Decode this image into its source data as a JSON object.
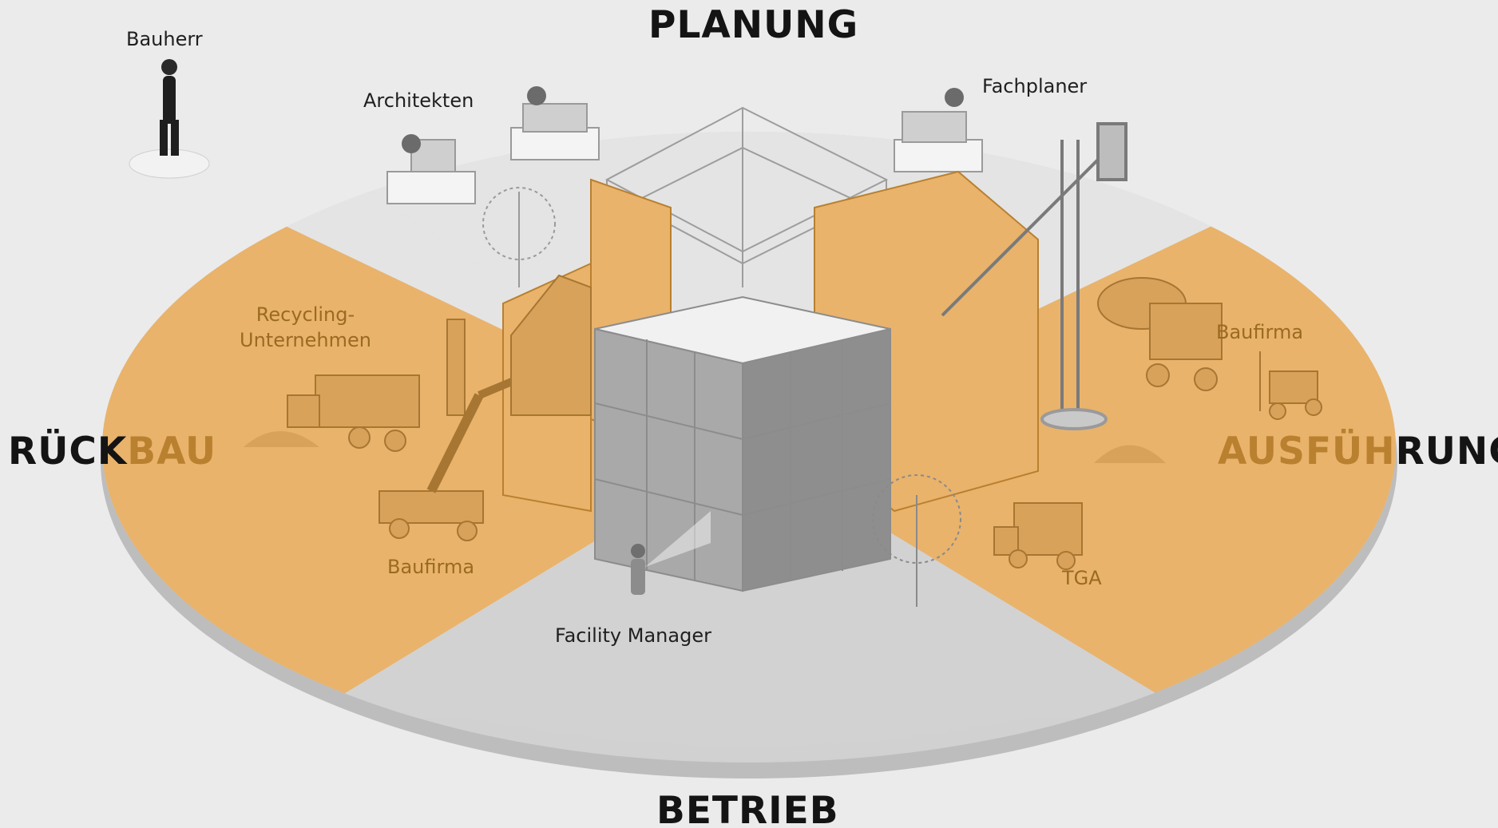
{
  "phases": {
    "planung": "PLANUNG",
    "betrieb": "BETRIEB",
    "rueckbau_dark": "RÜCK",
    "rueckbau_orange": "BAU",
    "ausfuehrung_orange": "AUSFÜH",
    "ausfuehrung_dark": "RUNG"
  },
  "roles": {
    "bauherr": "Bauherr",
    "architekten": "Architekten",
    "fachplaner": "Fachplaner",
    "recycling_line1": "Recycling-",
    "recycling_line2": "Unternehmen",
    "baufirma_left": "Baufirma",
    "baufirma_right": "Baufirma",
    "tga": "TGA",
    "facility_manager": "Facility Manager"
  },
  "colors": {
    "background": "#ebebeb",
    "disc_grey": "#d6d6d6",
    "disc_orange": "#e9b36c",
    "text_dark": "#141414",
    "text_orange": "#b9802f"
  }
}
